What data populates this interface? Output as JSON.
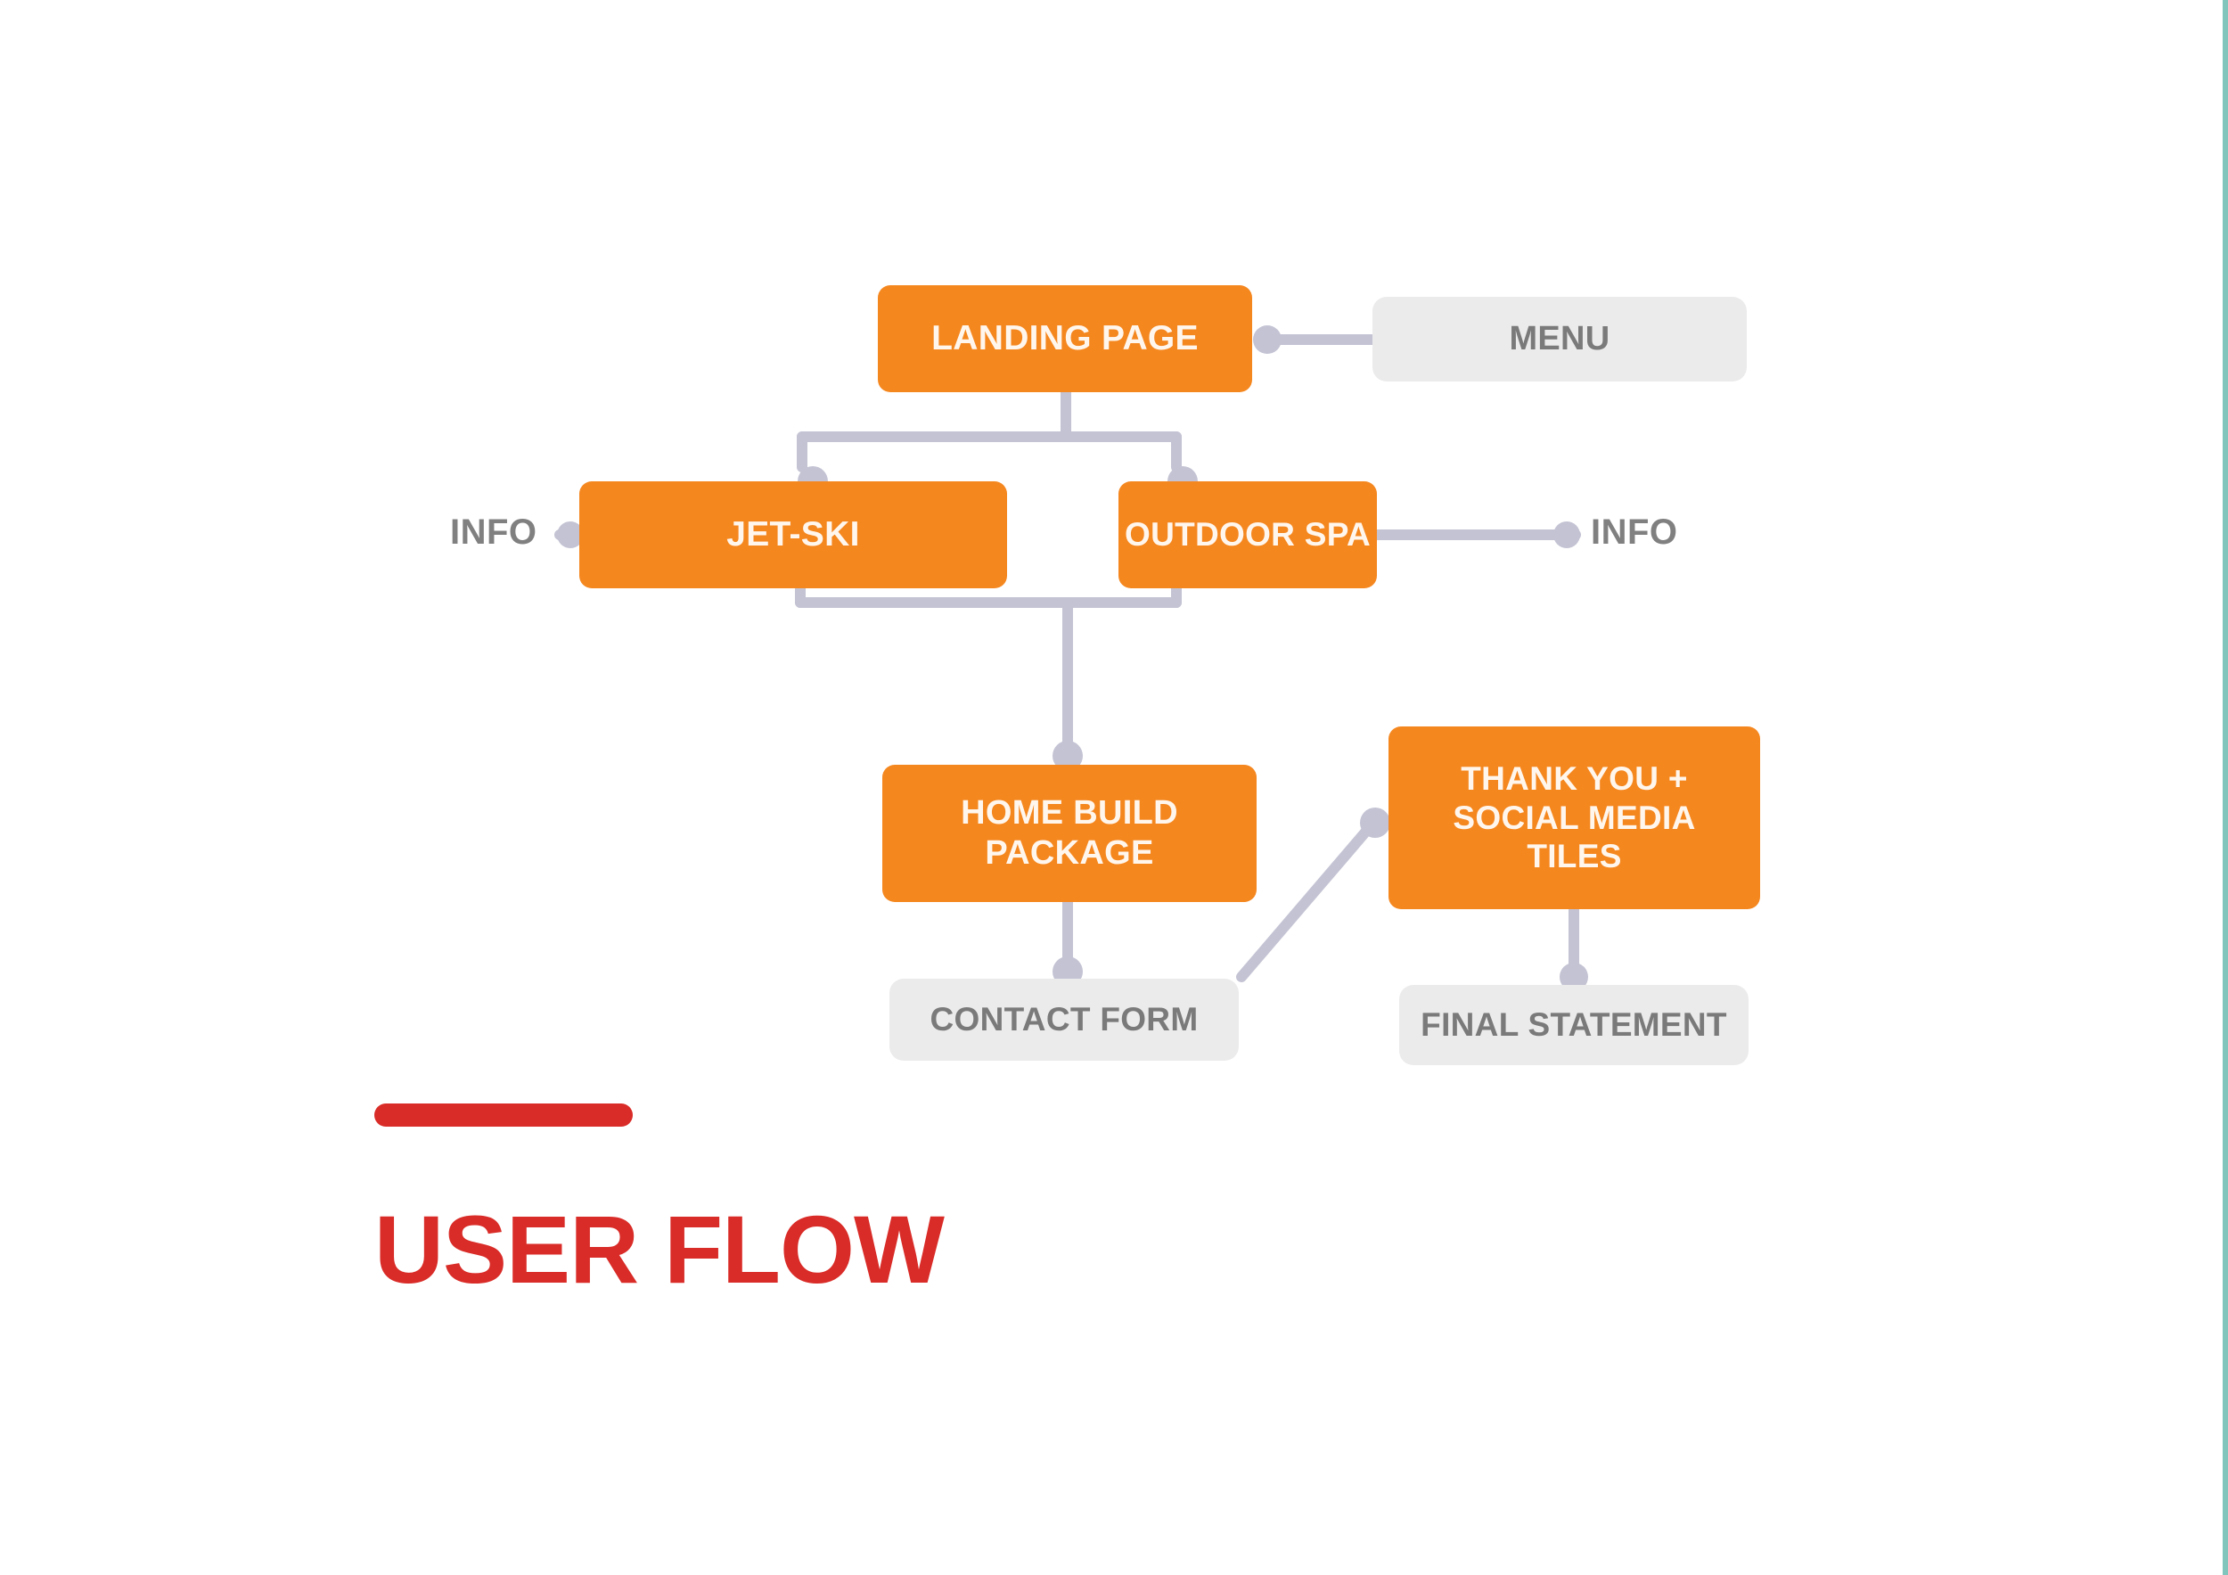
{
  "slide": {
    "title": "USER FLOW",
    "background_color": "#ffffff",
    "accent_color": "#d92b27",
    "edge_strip_color": "#82c5bd"
  },
  "theme": {
    "primary_node_fill": "#F5871F",
    "primary_node_text": "#FFF7EE",
    "secondary_node_fill": "#ebebeb",
    "secondary_node_text": "#7a7a7a",
    "connector_color": "#c3c3d4",
    "caption_text": "#808080"
  },
  "diagram": {
    "type": "flowchart",
    "nodes": [
      {
        "id": "landing",
        "label": "LANDING PAGE",
        "style": "primary"
      },
      {
        "id": "menu",
        "label": "MENU",
        "style": "secondary"
      },
      {
        "id": "jetski",
        "label": "JET-SKI",
        "style": "primary"
      },
      {
        "id": "spa",
        "label": "OUTDOOR SPA",
        "style": "primary"
      },
      {
        "id": "home",
        "label": "HOME BUILD\nPACKAGE",
        "style": "primary"
      },
      {
        "id": "thankyou",
        "label": "THANK YOU +\nSOCIAL MEDIA\nTILES",
        "style": "primary"
      },
      {
        "id": "contact",
        "label": "CONTACT FORM",
        "style": "secondary"
      },
      {
        "id": "final",
        "label": "FINAL STATEMENT",
        "style": "secondary"
      }
    ],
    "captions": [
      {
        "id": "info-left",
        "label": "INFO"
      },
      {
        "id": "info-right",
        "label": "INFO"
      }
    ],
    "edges": [
      {
        "from": "landing",
        "to": "menu"
      },
      {
        "from": "landing",
        "to": "jetski"
      },
      {
        "from": "landing",
        "to": "spa"
      },
      {
        "from": "jetski",
        "to": "info-left"
      },
      {
        "from": "spa",
        "to": "info-right"
      },
      {
        "from": "jetski",
        "to": "home"
      },
      {
        "from": "spa",
        "to": "home"
      },
      {
        "from": "home",
        "to": "contact"
      },
      {
        "from": "contact",
        "to": "thankyou"
      },
      {
        "from": "thankyou",
        "to": "final"
      }
    ]
  }
}
